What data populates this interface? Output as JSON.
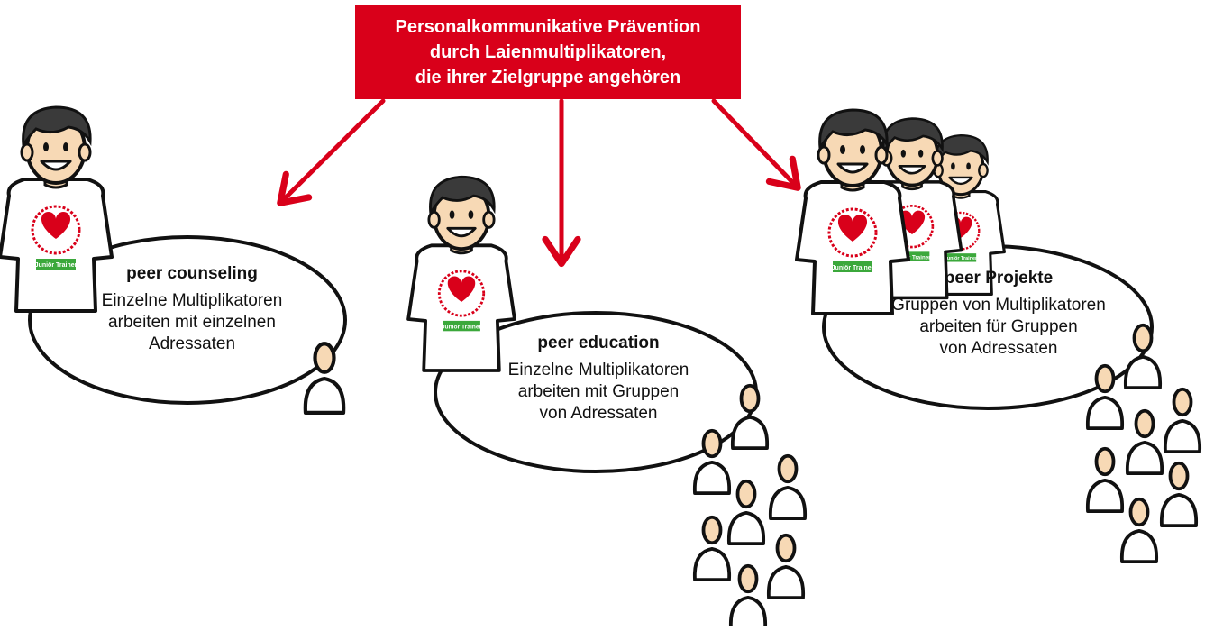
{
  "header": {
    "lines": [
      "Personalkommunikative Prävention",
      "durch Laienmultiplikatoren,",
      "die ihrer Zielgruppe angehören"
    ]
  },
  "panels": [
    {
      "title": "peer counseling",
      "lines": [
        "Einzelne Multiplikatoren",
        "arbeiten mit einzelnen",
        "Adressaten"
      ]
    },
    {
      "title": "peer education",
      "lines": [
        "Einzelne Multiplikatoren",
        "arbeiten mit Gruppen",
        "von Adressaten"
      ]
    },
    {
      "title": "peer Projekte",
      "lines": [
        "Gruppen von Multiplikatoren",
        "arbeiten für Gruppen",
        "von Adressaten"
      ]
    }
  ],
  "shirt_badge": "Juniör Trainer",
  "colors": {
    "accent": "#d9001a",
    "ink": "#111111",
    "badge": "#3ba83b",
    "skin": "#f7d9b5",
    "hair": "#3a3a3a"
  }
}
